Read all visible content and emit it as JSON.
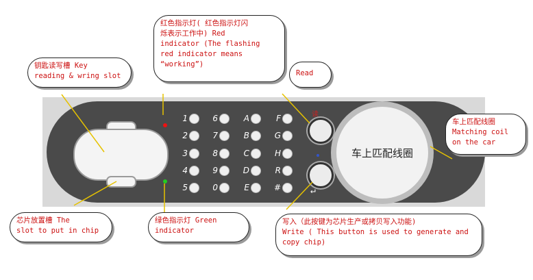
{
  "callouts": {
    "key_slot": {
      "lines": [
        "钥匙读写槽 Key",
        "reading & wring slot"
      ]
    },
    "red_indicator": {
      "lines": [
        "红色指示灯( 红色指示灯闪",
        "烁表示工作中) Red",
        "indicator (The flashing",
        "red indicator means",
        "“working”)"
      ]
    },
    "read": {
      "lines": [
        "Read"
      ]
    },
    "coil": {
      "lines": [
        "车上匹配线圈",
        "Matching coil",
        "on the car"
      ]
    },
    "chip_slot": {
      "lines": [
        "芯片放置槽  The",
        "slot to put in chip"
      ]
    },
    "green_indicator": {
      "lines": [
        "绿色指示灯 Green",
        "indicator"
      ]
    },
    "write": {
      "lines": [
        "写入（此按键为芯片生产或拷贝写入功能)",
        "Write ( This button is used to generate and",
        "copy chip)"
      ]
    }
  },
  "device": {
    "coil_label": "车上匹配线圈",
    "keypad_columns": [
      [
        "1",
        "2",
        "3",
        "4",
        "5"
      ],
      [
        "6",
        "7",
        "8",
        "9",
        "0"
      ],
      [
        "A",
        "B",
        "C",
        "D",
        "E"
      ],
      [
        "F",
        "G",
        "H",
        "R",
        "#"
      ]
    ],
    "read_mark": "读",
    "enter_symbol": "↵"
  },
  "colors": {
    "callout_text": "#cc1111",
    "red_led": "#ee1111",
    "green_led": "#22cc22",
    "device_body": "#4a4a4a"
  }
}
